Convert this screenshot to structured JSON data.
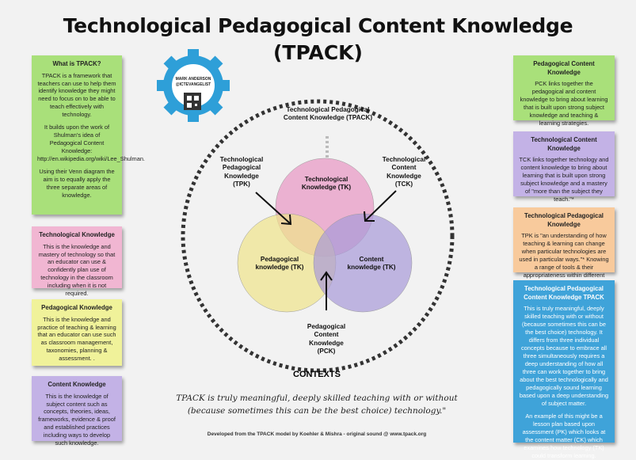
{
  "title": {
    "line1": "Technological Pedagogical Content Knowledge",
    "line2": "(TPACK)"
  },
  "badge": {
    "name": "MARK ANDERSON",
    "handle": "@ICTEVANGELIST"
  },
  "cards": {
    "what": {
      "heading": "What is TPACK?",
      "p1": "TPACK is a framework that teachers can use to help them identify knowledge they might need to focus on to be able to teach effectively with technology.",
      "p2": "It builds upon the work of Shulman's idea of Pedagogical Content Knowledge: http://en.wikipedia.org/wiki/Lee_Shulman.",
      "p3": "Using their Venn diagram the aim is to equally apply the three separate areas of knowledge."
    },
    "tk": {
      "heading": "Technological Knowledge",
      "p1": "This is the knowledge and mastery of technology so that an educator can use & confidently plan use of technology in the classroom including when it is not required."
    },
    "pk": {
      "heading": "Pedagogical Knowledge",
      "p1": "This is the knowledge and practice of teaching & learning that an educator can use such as classroom management, taxonomies, planning & assessment. ."
    },
    "ck": {
      "heading": "Content Knowledge",
      "p1": "This is the knowledge of subject content such as concepts, theories, ideas, frameworks, evidence & proof and established practices including ways to develop such knowledge."
    },
    "pck": {
      "heading": "Pedagogical Content  Knowledge",
      "p1": "PCK links together the pedagogical and content knowledge to bring about learning that is built upon strong subject knowledge and teaching & learning strategies."
    },
    "tck": {
      "heading": "Technological Content Knowledge",
      "p1": "TCK links together technology and content knowledge to bring about learning that is built upon strong subject knowledge and a mastery of \"more than the subject they teach.\"*"
    },
    "tpk": {
      "heading": "Technological Pedagogical Knowledge",
      "p1": "TPK is \"an understanding of how teaching & learning can change when particular technologies are used in particular ways.\"* Knowing a range of tools & their appropriateness within different strategies."
    },
    "tpack": {
      "heading": "Technological Pedagogical Content Knowledge TPACK",
      "p1": "This is truly meaningful, deeply skilled teaching with or without (because sometimes this can be the best choice) technology. It differs from three individual concepts because to embrace all three simultaneously requires a deep understanding of how all three can work together to bring about the best technologically and pedagogically sound learning based upon a deep understanding of subject matter.",
      "p2": "An example of this might be a lesson plan based upon assessment (PK) which looks at the content matter (CK) which examines how technology (TK) could transform learning."
    }
  },
  "diagram": {
    "tpack_label": "Technological Pedagogical Content Knowledge (TPACK)",
    "tpk_label": "Technological Pedagogical Knowledge (TPK)",
    "tck_label": "Technological Content Knowledge (TCK)",
    "pck_label": "Pedagogical Content Knowledge (PCK)",
    "tk_label": "Technological Knowledge (TK)",
    "pk_label": "Pedagogical knowledge (TK)",
    "ck_label": "Content knowledge (TK)",
    "contexts": "CONTEXTS",
    "colors": {
      "tk": "#e8a0c8",
      "pk": "#f0e48a",
      "ck": "#a89ad8"
    }
  },
  "quote": {
    "line1": "TPACK is truly meaningful, deeply skilled teaching with or without",
    "line2": "(because sometimes this can be the best choice) technology.\""
  },
  "footer": "Developed from the TPACK model by Koehler & Mishra - original sound @ www.tpack.org"
}
